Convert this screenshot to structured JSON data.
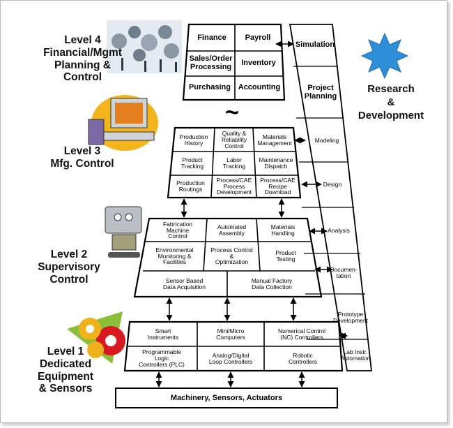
{
  "levels": {
    "level4": "Level 4\nFinancial/Mgmt\nPlanning &\nControl",
    "level3": "Level 3\nMfg. Control",
    "level2": "Level 2\nSupervisory\nControl",
    "level1": "Level 1\nDedicated\nEquipment\n& Sensors"
  },
  "rnd_label": "Research\n&\nDevelopment",
  "tilde": "~",
  "l4_cells": [
    "Finance",
    "Payroll",
    "Sales/Order\nProcessing",
    "Inventory",
    "Purchasing",
    "Accounting"
  ],
  "l3_cells": [
    "Production\nHistory",
    "Quality &\nReliability\nControl",
    "Materials\nManagement",
    "Product\nTracking",
    "Labor\nTracking",
    "Maintenance\nDispatch",
    "Production\nRoutings",
    "Process/CAE\nProcess\nDevelopment",
    "Process/CAE\nRecipe\nDownload"
  ],
  "l2_cells": [
    "Fabrication\nMachine\nControl",
    "Automated\nAssembly",
    "Materials\nHandling",
    "Environmental\nMonitoring &\nFacilities",
    "Process Control\n&\nOptimization",
    "Product\nTesting",
    "Sensor Based\nData Acquisition",
    "Manual Factory\nData Collection"
  ],
  "l1_cells": [
    "Smart\nInstruments",
    "Mini/Micro\nComputers",
    "Numerical Control\n(NC) Controllers",
    "Programmable\nLogic\nControllers (PLC)",
    "Analog/Digital\nLoop Controllers",
    "Robotic\nControllers"
  ],
  "rnd_items": [
    "Simulation",
    "Project\nPlanning",
    "Modeling",
    "Design",
    "Analysis",
    "Documen-\ntation",
    "Prototype\nDevelopment",
    "Lab Instr.\nAutomation"
  ],
  "base_label": "Machinery, Sensors,  Actuators",
  "colors": {
    "line": "#000000",
    "starburst": "#2e8fd8",
    "gear_red": "#d8191f",
    "gear_yellow": "#f0b21c",
    "gear_green": "#8bbf3a"
  }
}
